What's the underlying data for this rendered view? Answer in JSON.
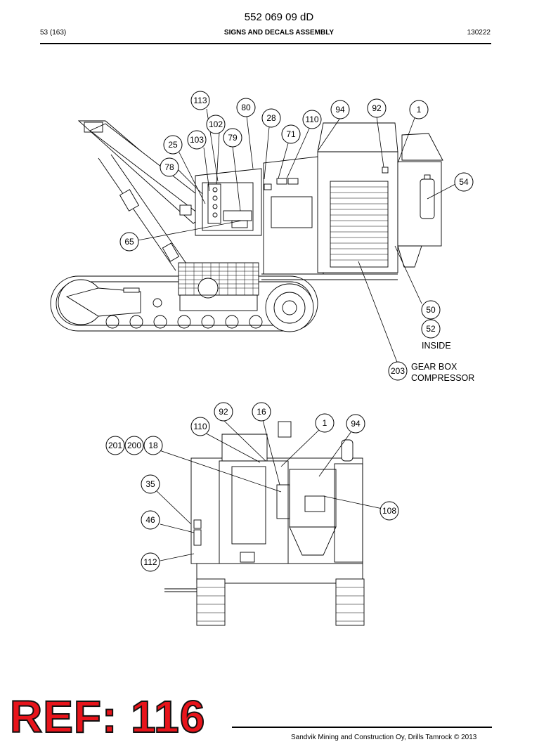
{
  "header": {
    "doc_number": "552 069 09 dD",
    "page": "53 (163)",
    "title": "SIGNS AND DECALS ASSEMBLY",
    "date": "130222"
  },
  "side_view": {
    "callouts": [
      "113",
      "80",
      "94",
      "92",
      "1",
      "28",
      "110",
      "102",
      "71",
      "79",
      "103",
      "25",
      "78",
      "54",
      "65",
      "50",
      "52",
      "203"
    ],
    "notes": {
      "inside": "INSIDE",
      "gear_box": "GEAR BOX",
      "compressor": "COMPRESSOR"
    }
  },
  "rear_view": {
    "callouts": [
      "92",
      "16",
      "1",
      "94",
      "110",
      "201",
      "200",
      "18",
      "35",
      "108",
      "46",
      "112"
    ]
  },
  "stamp": {
    "text": "REF: 116",
    "color": "#e8141b"
  },
  "footer": {
    "text": "Sandvik Mining and Construction Oy, Drills Tamrock © 2013"
  }
}
